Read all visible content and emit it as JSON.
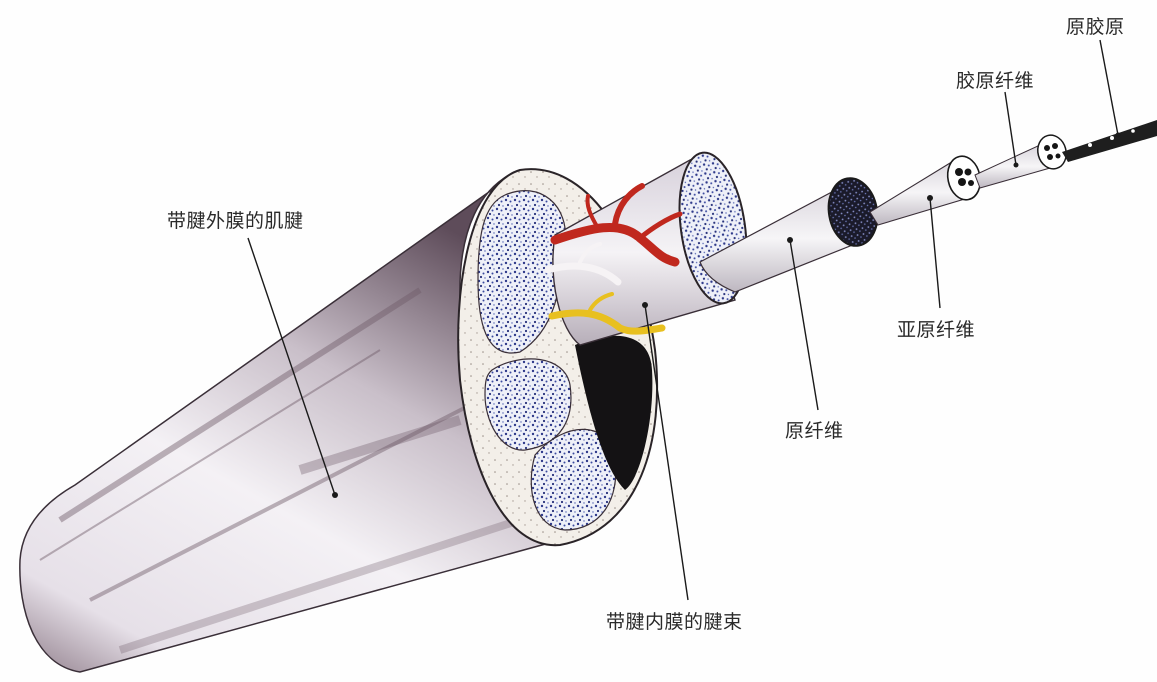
{
  "labels": {
    "tendon_with_epitenon": "带腱外膜的肌腱",
    "fascicle_with_endotenon": "带腱内膜的腱束",
    "fibril_bundle": "原纤维",
    "subfibril": "亚原纤维",
    "collagen_fiber": "胶原纤维",
    "procollagen": "原胶原"
  },
  "colors": {
    "tendon_surface": "#ece7ee",
    "tendon_shade": "#6e5a68",
    "stipple_blue": "#2f3a8a",
    "artery_red": "#c0281e",
    "nerve_yellow": "#e8c020",
    "dark_interior": "#141214"
  }
}
